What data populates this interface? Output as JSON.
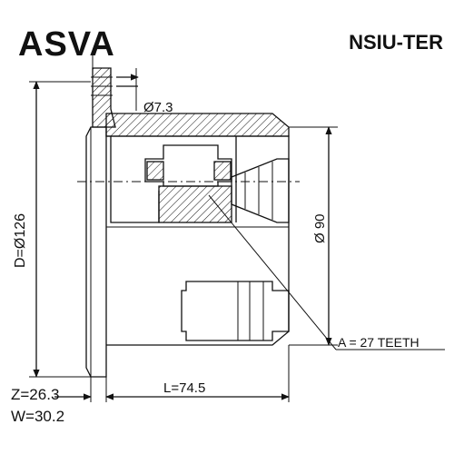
{
  "header": {
    "brand": "ASVA",
    "part_number": "NSIU-TER"
  },
  "dimensions": {
    "d_label": "D=Ø126",
    "bolt_hole_label": "Ø7.3",
    "inner_diameter_label": "Ø 90",
    "length_label": "L=74.5",
    "z_label": "Z=26.3",
    "w_label": "W=30.2"
  },
  "callout": {
    "teeth_label": "A = 27 TEETH"
  }
}
